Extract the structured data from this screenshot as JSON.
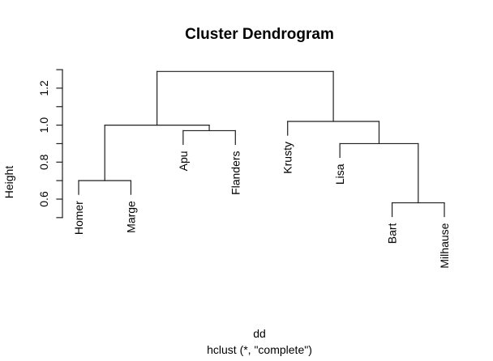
{
  "chart_data": {
    "type": "dendrogram",
    "title": "Cluster Dendrogram",
    "ylabel": "Height",
    "xlabel": "dd",
    "subtitle": "hclust (*, \"complete\")",
    "leaf_order": [
      "Homer",
      "Marge",
      "Apu",
      "Flanders",
      "Krusty",
      "Lisa",
      "Bart",
      "Milhause"
    ],
    "axis": {
      "range": [
        0.5,
        1.3
      ],
      "step": 0.1,
      "labels": [
        "0.6",
        "0.8",
        "1.0",
        "1.2"
      ]
    },
    "tree": {
      "height": 1.29,
      "children": [
        {
          "height": 1.0,
          "children": [
            {
              "height": 0.7,
              "children": [
                {
                  "leaf": "Homer"
                },
                {
                  "leaf": "Marge"
                }
              ]
            },
            {
              "height": 0.97,
              "children": [
                {
                  "leaf": "Apu"
                },
                {
                  "leaf": "Flanders"
                }
              ]
            }
          ]
        },
        {
          "height": 1.02,
          "children": [
            {
              "leaf": "Krusty"
            },
            {
              "height": 0.9,
              "children": [
                {
                  "leaf": "Lisa"
                },
                {
                  "height": 0.58,
                  "children": [
                    {
                      "leaf": "Bart"
                    },
                    {
                      "leaf": "Milhause"
                    }
                  ]
                }
              ]
            }
          ]
        }
      ]
    }
  }
}
